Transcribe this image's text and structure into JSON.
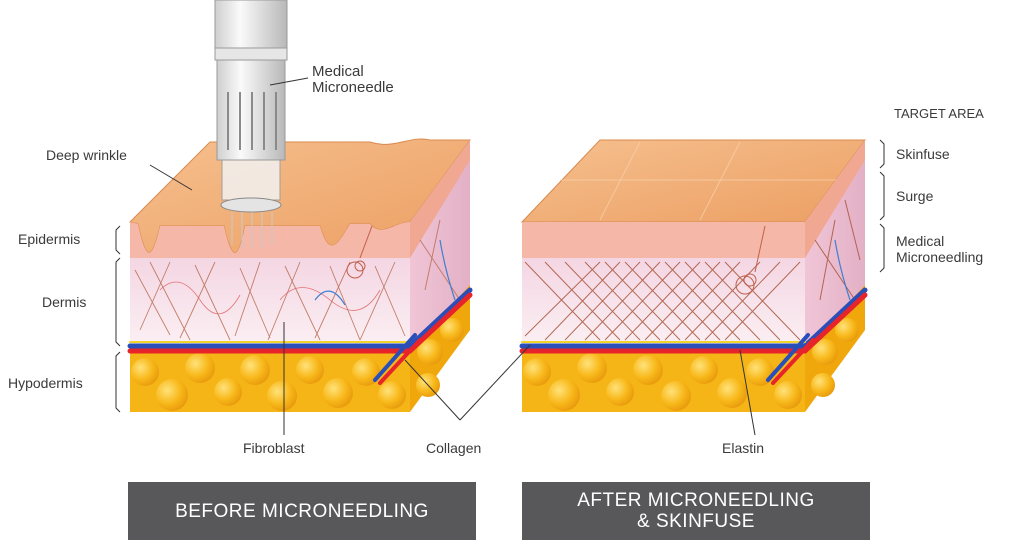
{
  "labels": {
    "medical_microneedle_line1": "Medical",
    "medical_microneedle_line2": "Microneedle",
    "deep_wrinkle": "Deep wrinkle",
    "epidermis": "Epidermis",
    "dermis": "Dermis",
    "hypodermis": "Hypodermis",
    "fibroblast": "Fibroblast",
    "collagen": "Collagen",
    "elastin": "Elastin"
  },
  "target_area": {
    "title": "TARGET AREA",
    "items": [
      {
        "line1": "Skinfuse",
        "line2": ""
      },
      {
        "line1": "Surge",
        "line2": ""
      },
      {
        "line1": "Medical",
        "line2": "Microneedling"
      }
    ]
  },
  "banners": {
    "before": "BEFORE MICRONEEDLING",
    "after_line1": "AFTER MICRONEEDLING",
    "after_line2": "& SKINFUSE"
  },
  "colors": {
    "skin_top": "#f2b27a",
    "epidermis": "#f5b8a8",
    "dermis": "#f7e3ec",
    "fat": "#f7c01e",
    "banner": "#58585a",
    "artery": "#e8242b",
    "vein": "#2a4fb8"
  }
}
